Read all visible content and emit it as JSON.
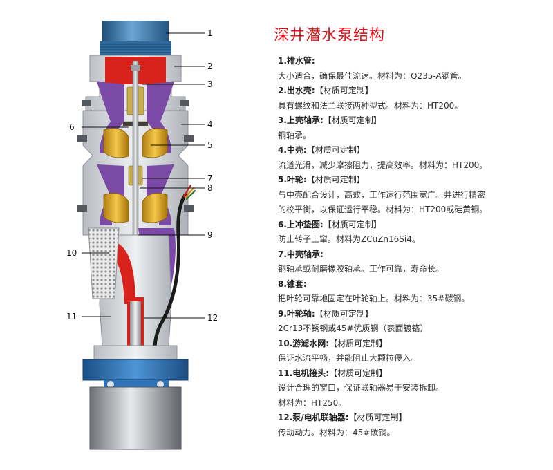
{
  "title": "深井潜水泵结构",
  "callouts": [
    "1",
    "2",
    "3",
    "4",
    "5",
    "6",
    "7",
    "8",
    "9",
    "10",
    "11",
    "12"
  ],
  "parts": [
    {
      "name": "1.排水管:",
      "tag": "",
      "desc": [
        "大小适合，确保最佳流速。材料为：Q235-A钢管。"
      ]
    },
    {
      "name": "2.出水壳:",
      "tag": "【材质可定制】",
      "desc": [
        "具有螺纹和法兰联接两种型式。材料为：HT200。"
      ]
    },
    {
      "name": "3.上壳轴承:",
      "tag": "【材质可定制】",
      "desc": [
        "铜轴承。"
      ]
    },
    {
      "name": "4.中壳:",
      "tag": "【材质可定制】",
      "desc": [
        "流道光滑，减少摩擦阻力，提高效率。材料为：HT200。"
      ]
    },
    {
      "name": "5.叶轮:",
      "tag": "【材质可定制】",
      "desc": [
        "与中壳配合设计，高效，工作运行范围宽广。并进行精密",
        "的校平衡，以保证运行平稳。材料为：HT200或硅黄铜。"
      ]
    },
    {
      "name": "6.上冲垫圈:",
      "tag": "【材质可定制】",
      "desc": [
        "防止转子上窜。材料为ZCuZn16Si4。"
      ]
    },
    {
      "name": "7.中壳轴承:",
      "tag": "",
      "desc": [
        "铜轴承或耐磨橡胶轴承。工作可靠，寿命长。"
      ]
    },
    {
      "name": "8.锥套:",
      "tag": "",
      "desc": [
        "把叶轮可靠地固定在叶轮轴上。材料为：35#碳钢。"
      ]
    },
    {
      "name": "9.叶轮轴:",
      "tag": "【材质可定制】",
      "desc": [
        "2Cr13不锈钢或45#优质钢（表面镀铬）"
      ]
    },
    {
      "name": "10.游滤水网:",
      "tag": "【材质可定制】",
      "desc": [
        "保证水流平畅，并能阻止大颗粒侵入。"
      ]
    },
    {
      "name": "11.电机接头:",
      "tag": "【材质可定制】",
      "desc": [
        "设计合理的窗口，保证联轴器易于安装拆卸。",
        "材料为：HT250。"
      ]
    },
    {
      "name": "12.泵/电机联轴器:",
      "tag": "【材质可定制】",
      "desc": [
        "传动动力。材料为：45#碳钢。"
      ]
    }
  ],
  "colors": {
    "title": "#e0101a",
    "pipe_blue": "#3f7fb0",
    "housing_gray": "#d7d9dc",
    "red": "#d8231c",
    "purple": "#7b4aa6",
    "impeller_yellow": "#d9a21d",
    "motor_blue": "#2f74b8"
  }
}
